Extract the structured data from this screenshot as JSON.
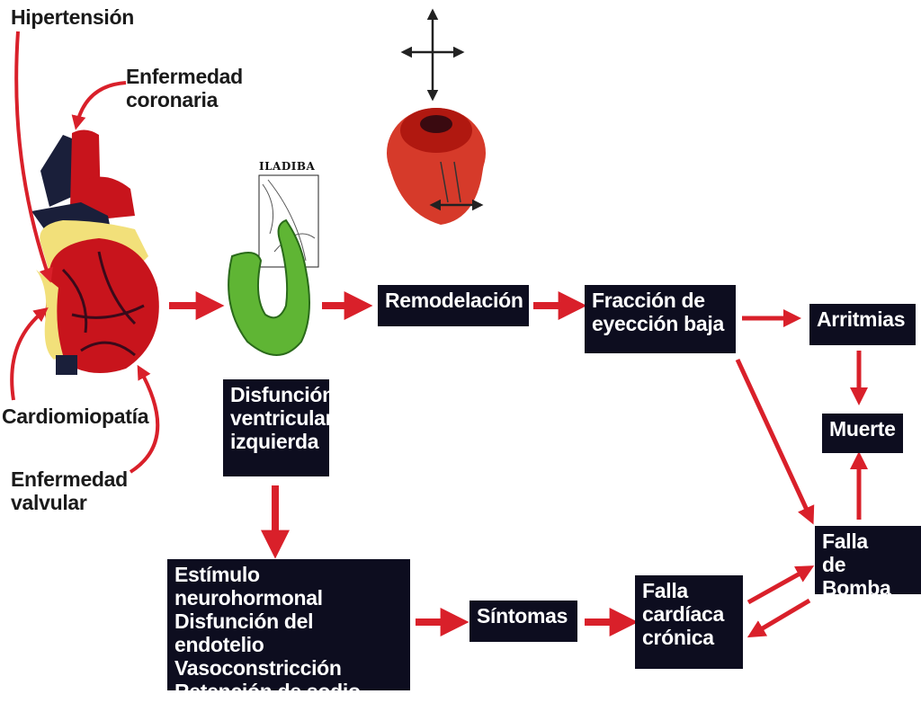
{
  "causes": {
    "hipertension": "Hipertensión",
    "coronaria": "Enfermedad\ncoronaria",
    "cardiomiopatia": "Cardiomiopatía",
    "valvular": "Enfermedad\nvalvular"
  },
  "watermark": "ILADIBA",
  "boxes": {
    "disfuncion": "Disfunción\nventricular\nizquierda",
    "remodelacion": "Remodelación",
    "fraccion": "Fracción de\neyección baja",
    "arritmias": "Arritmias",
    "muerte": "Muerte",
    "falla_bomba": "Falla\nde Bomba",
    "neurohormonal": "Estímulo neurohormonal\nDisfunción del endotelio\nVasoconstricción\nRetención de sodio",
    "sintomas": "Síntomas",
    "falla_cronica": "Falla\ncardíaca\ncrónica"
  },
  "colors": {
    "arrow": "#d9202a",
    "box": "#0d0d1f",
    "heart_red": "#c8141c",
    "heart_yellow": "#f2e07a",
    "ventricle_green": "#5fb534",
    "muscle_red": "#d63a2a"
  }
}
